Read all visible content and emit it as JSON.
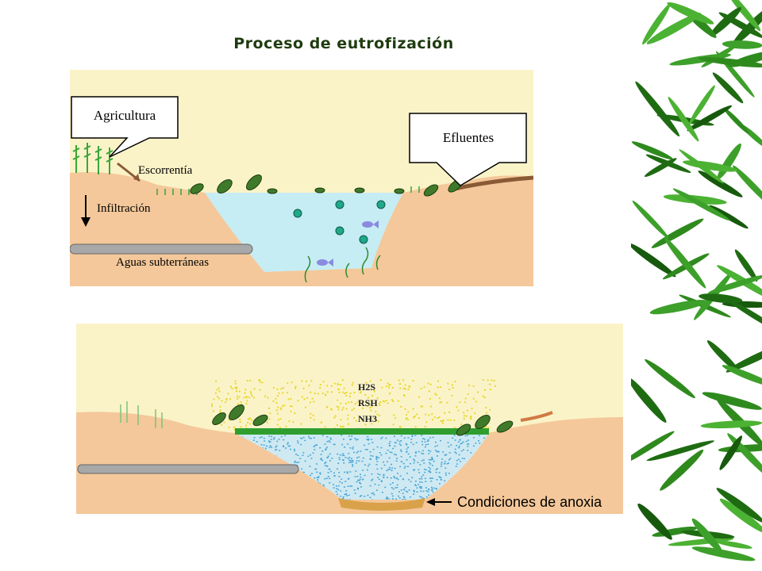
{
  "title": "Proceso de eutrofización",
  "top_diagram": {
    "callout_agricultura": "Agricultura",
    "callout_efluentes": "Efluentes",
    "label_escorrentia": "Escorrentía",
    "label_infiltracion": "Infiltración",
    "label_aguas": "Aguas subterráneas"
  },
  "bottom_diagram": {
    "gas_h2s": "H2S",
    "gas_rsh": "RSH",
    "gas_nh3": "NH3",
    "label_anoxia": "Condiciones de anoxia"
  },
  "colors": {
    "sky": "#fbf3c8",
    "soil": "#f4c89a",
    "water": "#c6ecf4",
    "bamboo": "#2f7d1e"
  }
}
